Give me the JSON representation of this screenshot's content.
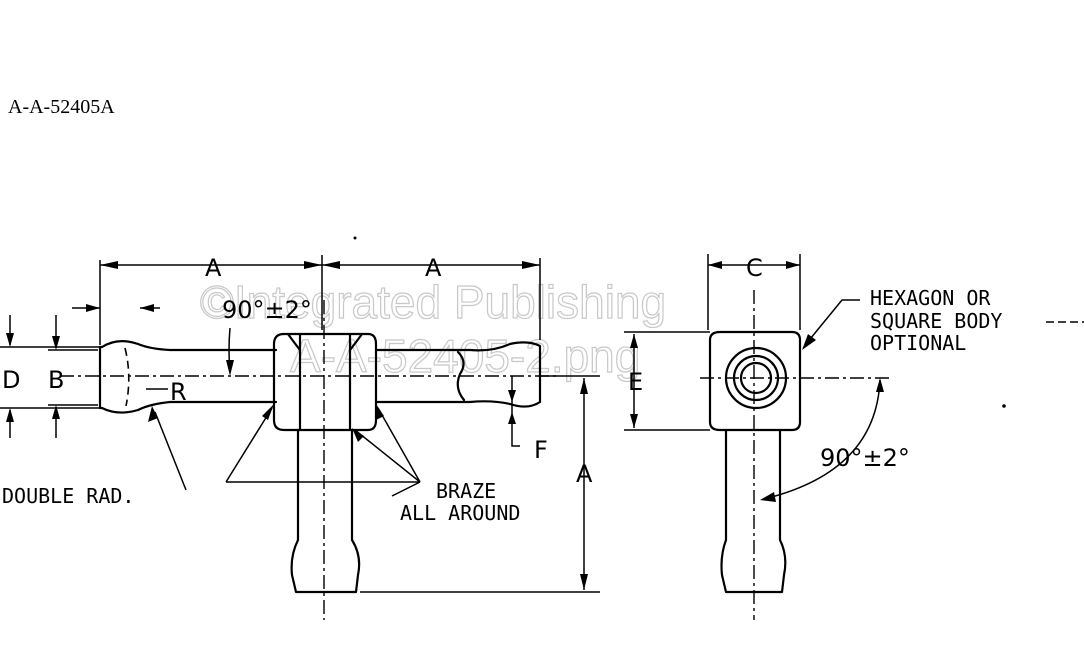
{
  "doc_id": "A-A-52405A",
  "watermark_line1": "©Integrated Publishing",
  "watermark_line2": "A-A-52405-2.png",
  "dims": {
    "a_top_left": "A",
    "a_top_right": "A",
    "a_vertical": "A",
    "c": "C",
    "d": "D",
    "b": "B",
    "e": "E",
    "f": "F",
    "r": "R",
    "angle_left": "90°±2°",
    "angle_right": "90°±2°"
  },
  "notes": {
    "double_rad": "DOUBLE RAD.",
    "braze_1": "BRAZE",
    "braze_2": "ALL AROUND",
    "hex_1": "HEXAGON OR",
    "hex_2": "SQUARE BODY",
    "hex_3": "OPTIONAL"
  }
}
